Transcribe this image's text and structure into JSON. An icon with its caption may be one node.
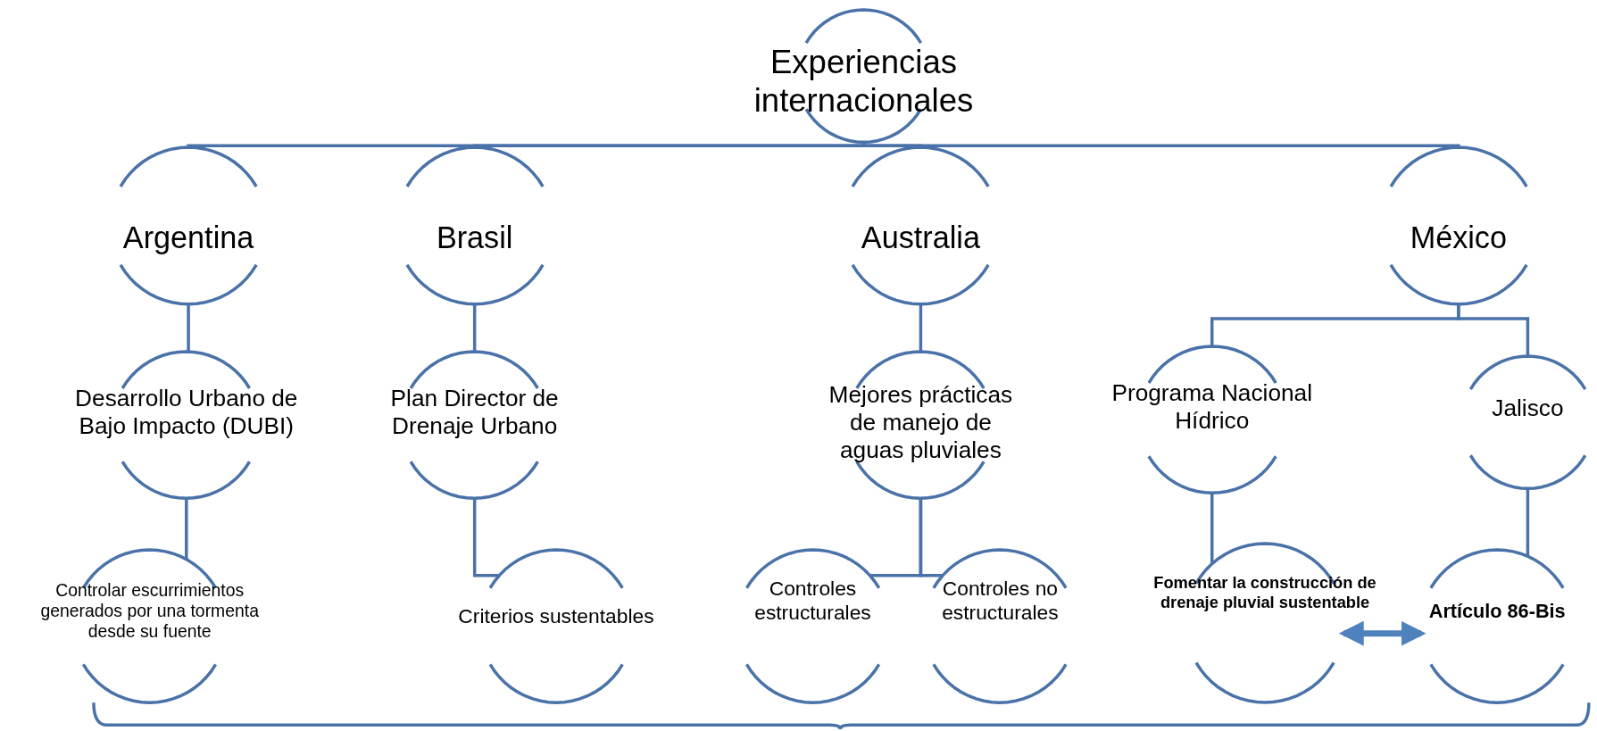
{
  "diagram": {
    "nodes": [
      {
        "text": [
          "Experiencias internacionales"
        ]
      },
      {
        "text": [
          "Argentina"
        ]
      },
      {
        "text": [
          "Brasil"
        ]
      },
      {
        "text": [
          "Australia"
        ]
      },
      {
        "text": [
          "México"
        ]
      },
      {
        "text": [
          "Desarrollo Urbano de Bajo Impacto (DUBI)"
        ]
      },
      {
        "text": [
          "Plan Director de Drenaje Urbano"
        ]
      },
      {
        "text": [
          "Mejores prácticas de manejo de aguas pluviales"
        ]
      },
      {
        "text": [
          "Programa Nacional Hídrico"
        ]
      },
      {
        "text": [
          "Jalisco"
        ]
      },
      {
        "text": [
          "Controlar escurrimientos generados por una tormenta desde su fuente"
        ]
      },
      {
        "text": [
          "Criterios sustentables"
        ]
      },
      {
        "text": [
          "Controles estructurales"
        ]
      },
      {
        "text": [
          "Controles no estructurales"
        ]
      },
      {
        "text": [
          "Fomentar la construcción de drenaje pluvial sustentable"
        ]
      },
      {
        "text": [
          "Artículo 86-Bis"
        ]
      }
    ],
    "edges": [
      {
        "from": 0,
        "to": 1,
        "arrow": "none"
      },
      {
        "from": 0,
        "to": 2,
        "arrow": "none"
      },
      {
        "from": 0,
        "to": 3,
        "arrow": "none"
      },
      {
        "from": 0,
        "to": 4,
        "arrow": "none"
      },
      {
        "from": 1,
        "to": 5,
        "arrow": "none"
      },
      {
        "from": 2,
        "to": 6,
        "arrow": "none"
      },
      {
        "from": 3,
        "to": 7,
        "arrow": "none"
      },
      {
        "from": 4,
        "to": 8,
        "arrow": "none"
      },
      {
        "from": 4,
        "to": 9,
        "arrow": "none"
      },
      {
        "from": 5,
        "to": 10,
        "arrow": "none"
      },
      {
        "from": 6,
        "to": 11,
        "arrow": "none"
      },
      {
        "from": 7,
        "to": 12,
        "arrow": "none"
      },
      {
        "from": 7,
        "to": 13,
        "arrow": "none"
      },
      {
        "from": 8,
        "to": 14,
        "arrow": "none"
      },
      {
        "from": 9,
        "to": 15,
        "arrow": "none"
      },
      {
        "from": 14,
        "to": 15,
        "arrow": "both",
        "style": "thick",
        "color": "#4f81bd"
      }
    ]
  }
}
